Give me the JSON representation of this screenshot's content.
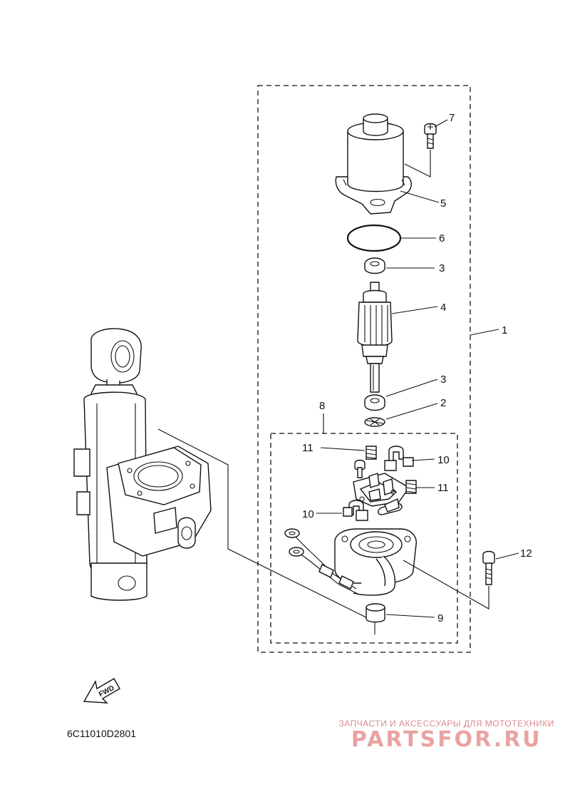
{
  "diagram": {
    "callouts": [
      {
        "id": "c1",
        "text": "1"
      },
      {
        "id": "c2",
        "text": "2"
      },
      {
        "id": "c3a",
        "text": "3"
      },
      {
        "id": "c3b",
        "text": "3"
      },
      {
        "id": "c4",
        "text": "4"
      },
      {
        "id": "c5",
        "text": "5"
      },
      {
        "id": "c6",
        "text": "6"
      },
      {
        "id": "c7",
        "text": "7"
      },
      {
        "id": "c8",
        "text": "8"
      },
      {
        "id": "c9",
        "text": "9"
      },
      {
        "id": "c10a",
        "text": "10"
      },
      {
        "id": "c10b",
        "text": "10"
      },
      {
        "id": "c11a",
        "text": "11"
      },
      {
        "id": "c11b",
        "text": "11"
      },
      {
        "id": "c12",
        "text": "12"
      }
    ],
    "fwd_label": "FWD",
    "drawing_code": "6C11010D2801"
  },
  "watermark": {
    "tagline": "ЗАПЧАСТИ И АКСЕССУАРЫ ДЛЯ МОТОТЕХНИКИ",
    "brand": "PARTSFOR.RU"
  }
}
